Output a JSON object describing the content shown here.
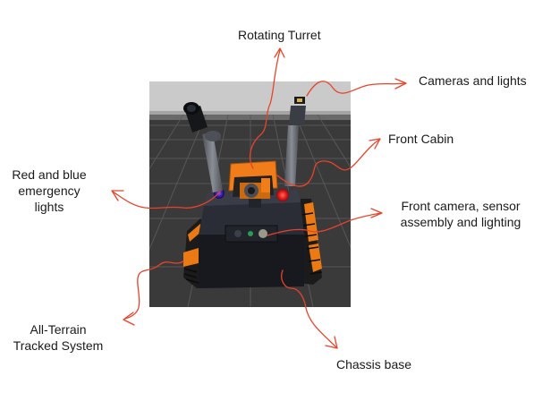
{
  "labels": {
    "rotating_turret": "Rotating Turret",
    "cameras_and_lights": "Cameras and lights",
    "front_cabin": "Front Cabin",
    "front_camera_line1": "Front camera, sensor",
    "front_camera_line2": "assembly and lighting",
    "red_blue_line1": "Red and blue",
    "red_blue_line2": "emergency",
    "red_blue_line3": "lights",
    "all_terrain_line1": "All-Terrain",
    "all_terrain_line2": "Tracked System",
    "chassis_base": "Chassis base"
  },
  "colors": {
    "annotation_arrow": "#e8432a",
    "robot_orange": "#f07d1a",
    "robot_body": "#1c1f26",
    "arm_grey": "#6f737a",
    "emergency_red": "#e21a1a",
    "emergency_blue": "#3a1b9e",
    "sky": "#c9c9c9",
    "ground": "#3b3b3b"
  },
  "icons": [
    "robot-render",
    "annotation-arrow"
  ]
}
